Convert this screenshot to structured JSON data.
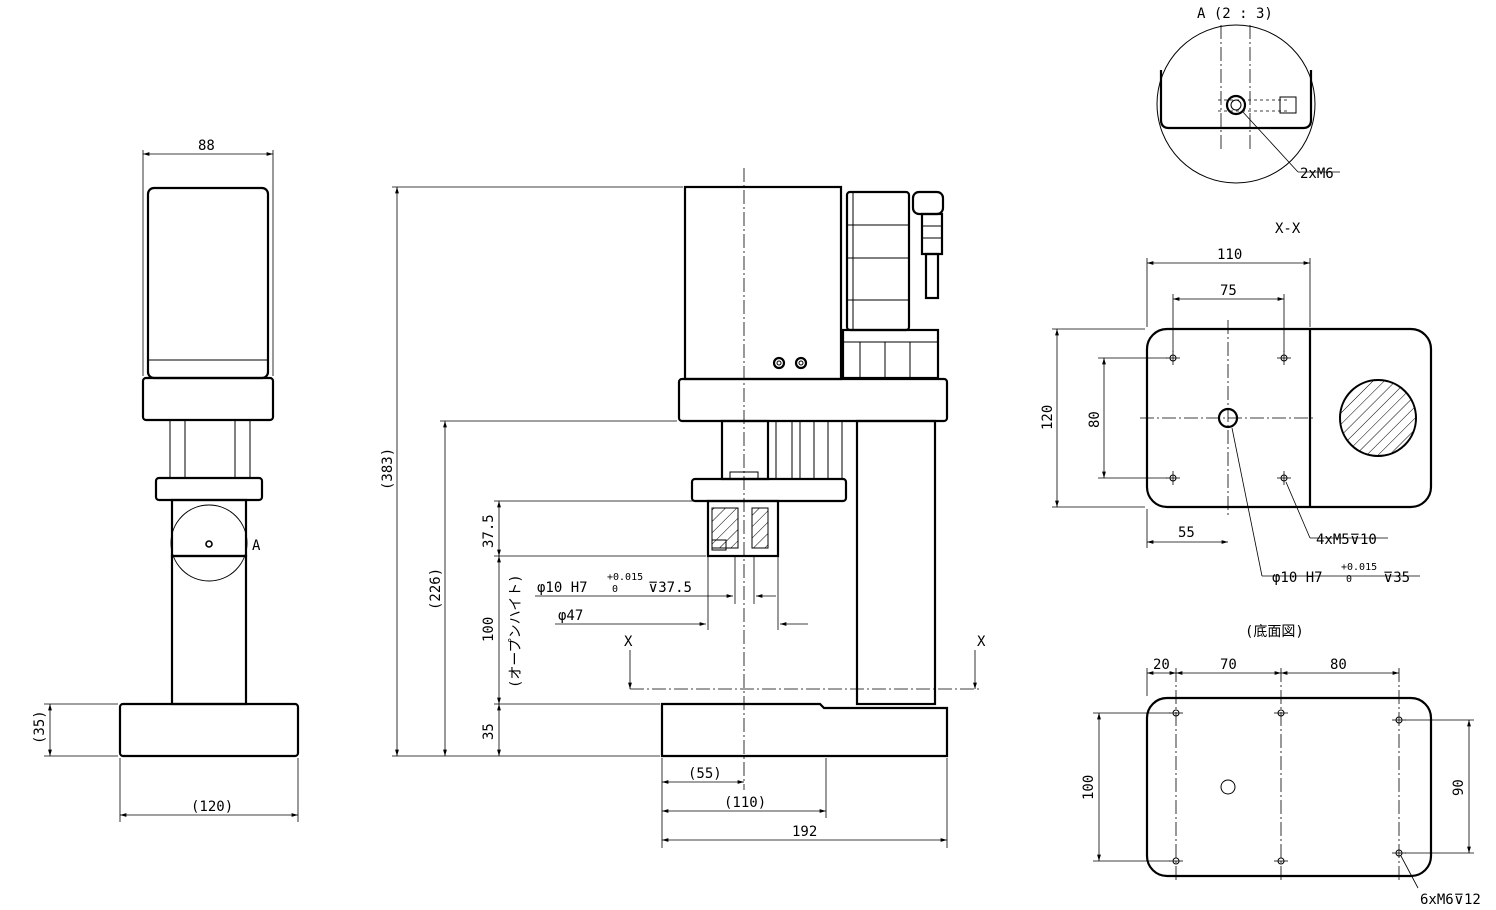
{
  "side": {
    "w88": "88",
    "w120": "(120)",
    "h35": "(35)",
    "labelA": "A"
  },
  "front": {
    "h383": "(383)",
    "h226": "(226)",
    "h37_5": "37.5",
    "h100": "100",
    "h35": "35",
    "open_height": "(オープンハイト)",
    "bore": "φ10 H7",
    "tol_up": "+0.015",
    "tol_lo": "0",
    "bore_depth": "37.5",
    "dia47": "φ47",
    "x_left": "X",
    "x_right": "X",
    "w55": "(55)",
    "w110": "(110)",
    "w192": "192"
  },
  "detailA": {
    "title": "A (2 : 3)",
    "holes": "2xM6"
  },
  "sectionXX": {
    "title": "X-X",
    "w110": "110",
    "w75": "75",
    "h120": "120",
    "h80": "80",
    "w55": "55",
    "tap": "4xM5",
    "tap_depth": "10",
    "bore": "φ10 H7",
    "tol_up": "+0.015",
    "tol_lo": "0",
    "bore_depth": "35"
  },
  "bottom": {
    "title": "(底面図)",
    "w20": "20",
    "w70": "70",
    "w80": "80",
    "h100": "100",
    "h90": "90",
    "tap": "6xM6",
    "tap_depth": "12"
  },
  "colors": {
    "line": "#000000",
    "background": "#ffffff"
  }
}
